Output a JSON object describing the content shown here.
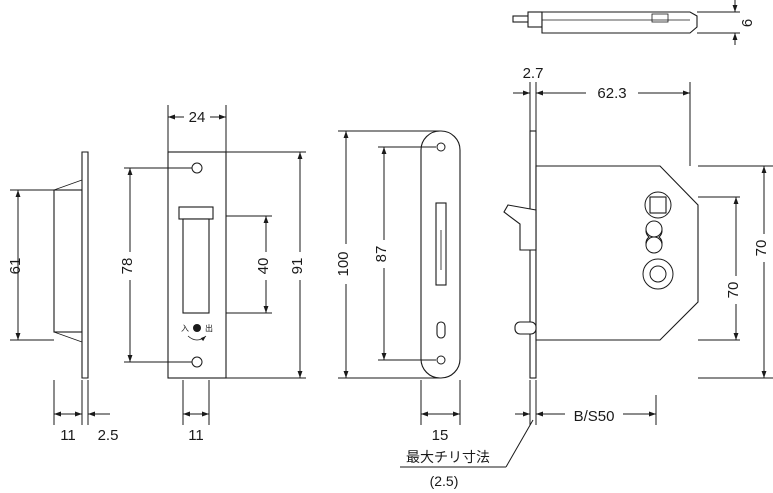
{
  "drawing": {
    "dimensions": {
      "top_view_thickness": "6",
      "side_backset_offset": "2.7",
      "side_body_depth": "62.3",
      "side_body_height": "70",
      "side_lower_height": "70",
      "backset": "B/S50",
      "edge_height": "61",
      "edge_depth": "11",
      "edge_thickness": "2.5",
      "front_width": "24",
      "front_hole_pitch": "78",
      "front_slot_height": "40",
      "front_height": "91",
      "front_bottom_width": "11",
      "strike_height": "100",
      "strike_hole_pitch": "87",
      "strike_width": "15"
    },
    "notes": {
      "clearance_label": "最大チリ寸法",
      "clearance_value": "(2.5)",
      "lever_in": "入",
      "lever_out": "出"
    }
  }
}
